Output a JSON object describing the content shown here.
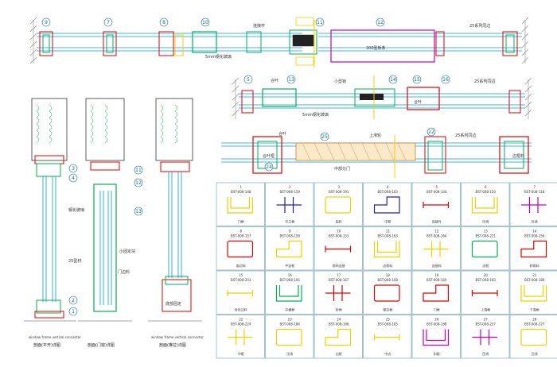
{
  "colors": {
    "frame": "#00a0d0",
    "profile": "#00b050",
    "red": "#e00000",
    "magenta": "#c000c0",
    "yellow": "#f0d000",
    "blue": "#2020c0",
    "wall": "#888888"
  },
  "plan_top": {
    "callouts": [
      "9",
      "7",
      "8",
      "10",
      "11",
      "12"
    ],
    "labels": {
      "glass": "5mm钢化玻璃",
      "panel": "300型板条",
      "right": "25系列同边",
      "mid": "连接杆"
    }
  },
  "plan_mid": {
    "callouts": [
      "5",
      "13",
      "14",
      "15",
      "16"
    ],
    "labels": {
      "a": "合叶",
      "b": "5mm钢化玻璃",
      "c": "25系列同边",
      "d": "小型锁",
      "e": "合叶"
    }
  },
  "plan_low": {
    "callouts": [
      "25",
      "22",
      "24"
    ],
    "labels": {
      "a": "合叶",
      "b": "合叶框",
      "c": "中部分门",
      "d": "25系列同边",
      "e": "上滑轮",
      "f": "边框料"
    }
  },
  "sections": {
    "callouts": [
      "3",
      "4",
      "2",
      "1",
      "11",
      "12",
      "13"
    ],
    "labels": {
      "a": "钢化玻璃",
      "b": "25型材",
      "c": "小固定块",
      "d": "门边料",
      "e": "底部固定"
    },
    "captions": [
      "剖面(平开)详图",
      "剖面(门窗)详图",
      "剖面(推拉)详图"
    ],
    "sublabels": [
      "window frame vertical connector",
      "",
      "window frame vertical connector"
    ]
  },
  "profiles": [
    {
      "num": "1",
      "code": "BST-008-148",
      "name": "门框"
    },
    {
      "num": "2",
      "code": "BST-008-159",
      "name": "中立框"
    },
    {
      "num": "3",
      "code": "BST-008-191",
      "name": "扇料"
    },
    {
      "num": "4",
      "code": "BST-008-183",
      "name": "中梃"
    },
    {
      "num": "5",
      "code": "BST-008-144",
      "name": "连接件"
    },
    {
      "num": "6",
      "code": "BST-008-150",
      "name": "压线"
    },
    {
      "num": "7",
      "code": "BST-008-118",
      "name": "压线"
    },
    {
      "num": "8",
      "code": "BST-008-157",
      "name": "扇边料"
    },
    {
      "num": "9",
      "code": "BST-008-158",
      "name": "中竖框"
    },
    {
      "num": "10",
      "code": "BST-008-153",
      "name": "角码连接"
    },
    {
      "num": "11",
      "code": "BST-008-163",
      "name": "边框料"
    },
    {
      "num": "12",
      "code": "BST-008-164",
      "name": "连接料"
    },
    {
      "num": "13",
      "code": "BST-008-221",
      "name": "边框"
    },
    {
      "num": "14",
      "code": "BST-008-156",
      "name": "转角料"
    },
    {
      "num": "15",
      "code": "BST-008-201",
      "name": "合页边料"
    },
    {
      "num": "16",
      "code": "BST-008-165",
      "name": "中横框"
    },
    {
      "num": "17",
      "code": "BST-008-167",
      "name": "转角"
    },
    {
      "num": "18",
      "code": "BST-008-168",
      "name": "推拉框"
    },
    {
      "num": "19",
      "code": "BST-008-169",
      "name": "门框"
    },
    {
      "num": "20",
      "code": "BST-008-160",
      "name": "上滑框"
    },
    {
      "num": "21",
      "code": "BST-008-189",
      "name": "下滑框"
    },
    {
      "num": "22",
      "code": "BST-008-224",
      "name": "中梃"
    },
    {
      "num": "23",
      "code": "BST-008-184",
      "name": "压线"
    },
    {
      "num": "24",
      "code": "BST-008-186",
      "name": "边框"
    },
    {
      "num": "25",
      "code": "BST-008-185",
      "name": "中边"
    },
    {
      "num": "26",
      "code": "BST-008-188",
      "name": "扣板"
    },
    {
      "num": "27",
      "code": "BST-008-237",
      "name": "压线"
    },
    {
      "num": "28",
      "code": "BST-008-227",
      "name": "压线"
    }
  ]
}
